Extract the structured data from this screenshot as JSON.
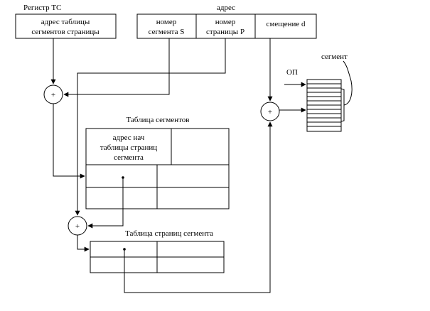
{
  "register": {
    "title": "Регистр ТС",
    "cell_line1": "адрес таблицы",
    "cell_line2": "сегментов страницы"
  },
  "address": {
    "title": "адрес",
    "segment_line1": "номер",
    "segment_line2": "сегмента S",
    "page_line1": "номер",
    "page_line2": "страницы P",
    "offset": "смещение d"
  },
  "adders": {
    "symbol": "+"
  },
  "segment_table": {
    "title": "Таблица сегментов",
    "header_line1": "адрес нач",
    "header_line2": "таблицы страниц",
    "header_line3": "сегмента"
  },
  "page_table": {
    "title": "Таблица страниц сегмента"
  },
  "memory": {
    "label": "ОП",
    "segment_label": "сегмент"
  }
}
